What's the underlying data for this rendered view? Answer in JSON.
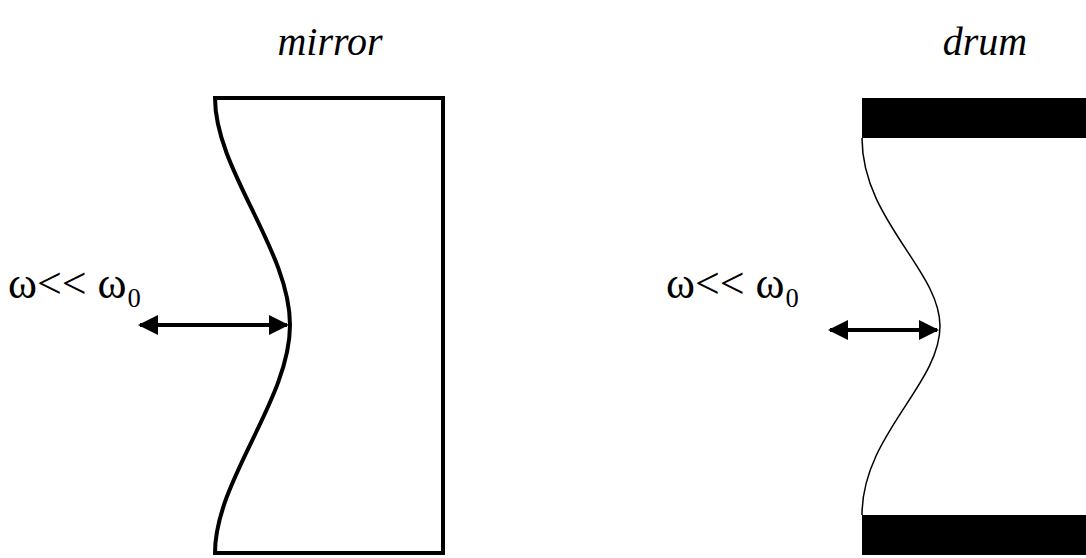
{
  "diagram": {
    "labels": [
      "mirror",
      "ω<< ω₀",
      "drum",
      "ω<< ω₀"
    ]
  }
}
